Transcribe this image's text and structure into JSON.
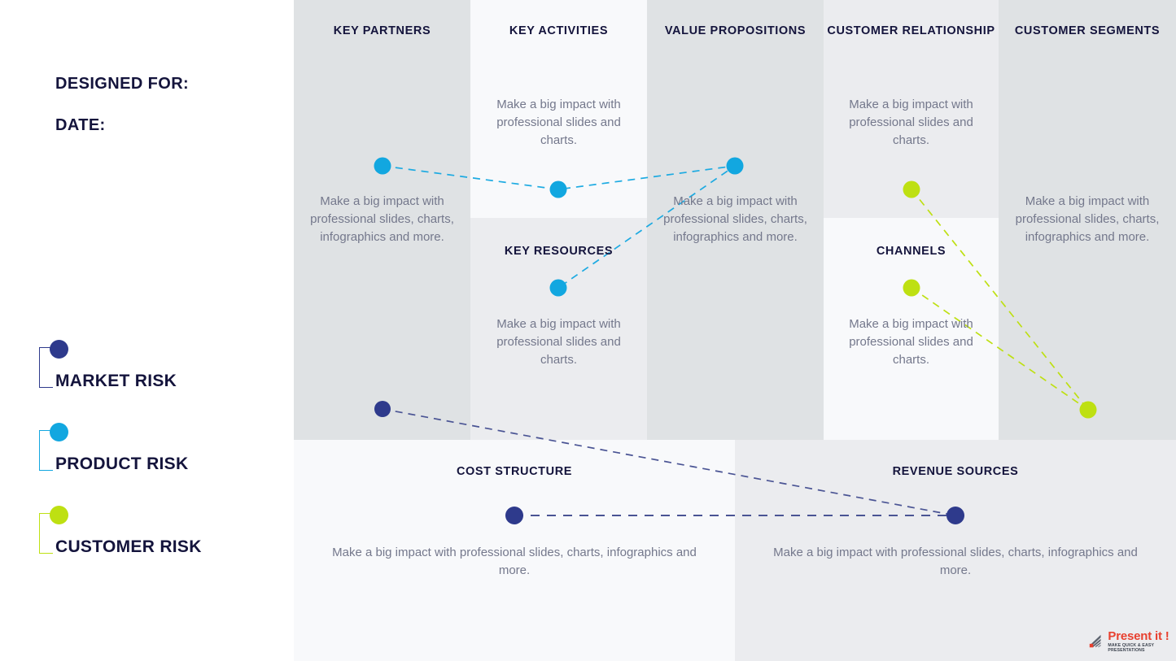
{
  "meta": {
    "designed_for_label": "DESIGNED FOR:",
    "date_label": "DATE:"
  },
  "legend": {
    "items": [
      {
        "label": "MARKET RISK",
        "color": "#2e3a8c"
      },
      {
        "label": "PRODUCT RISK",
        "color": "#12a7e0"
      },
      {
        "label": "CUSTOMER RISK",
        "color": "#bee012"
      }
    ]
  },
  "canvas": {
    "blocks": [
      {
        "id": "key-partners",
        "title": "KEY PARTNERS",
        "body": "Make a big impact with professional slides, charts, infographics and more."
      },
      {
        "id": "key-activities",
        "title": "KEY ACTIVITIES",
        "body": "Make a big impact with professional slides and charts."
      },
      {
        "id": "key-resources",
        "title": "KEY RESOURCES",
        "body": "Make a big impact with professional slides and charts."
      },
      {
        "id": "value-propositions",
        "title": "VALUE PROPOSITIONS",
        "body": "Make a big impact with professional slides, charts, infographics and more."
      },
      {
        "id": "customer-relationship",
        "title": "CUSTOMER RELATIONSHIP",
        "body": "Make a big impact with professional slides and charts."
      },
      {
        "id": "channels",
        "title": "CHANNELS",
        "body": "Make a big impact with professional slides and charts."
      },
      {
        "id": "customer-segments",
        "title": "CUSTOMER SEGMENTS",
        "body": "Make a big impact with professional slides, charts, infographics and more."
      },
      {
        "id": "cost-structure",
        "title": "COST STRUCTURE",
        "body": "Make a big impact with professional slides, charts, infographics and more."
      },
      {
        "id": "revenue-sources",
        "title": "REVENUE SOURCES",
        "body": "Make a big impact with professional slides, charts, infographics and more."
      }
    ]
  },
  "colors": {
    "market_risk": "#2e3a8c",
    "product_risk": "#12a7e0",
    "customer_risk": "#bee012",
    "heading": "#14143c",
    "body_text": "#74788c",
    "panel_dark": "#dfe2e4",
    "panel_mid": "#ebecef",
    "panel_light": "#f8f9fb"
  },
  "logo": {
    "name": "Present it !",
    "tagline": "MAKE QUICK & EASY PRESENTATIONS"
  }
}
